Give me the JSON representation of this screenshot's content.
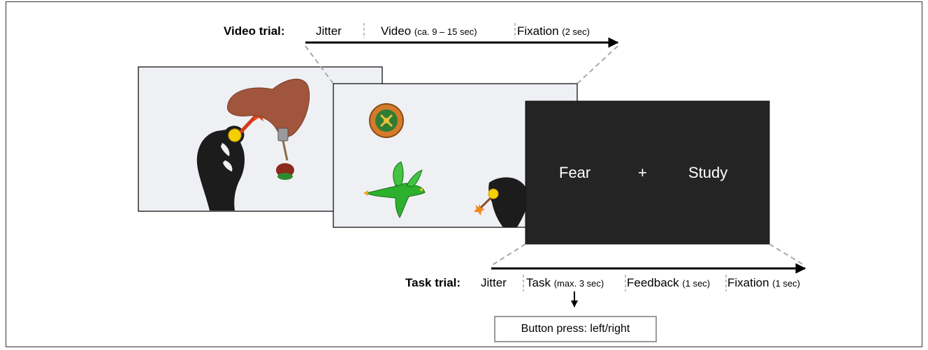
{
  "video_trial": {
    "title": "Video trial:",
    "segments": [
      {
        "label": "Jitter",
        "detail": ""
      },
      {
        "label": "Video",
        "detail": "(ca. 9 – 15 sec)"
      },
      {
        "label": "Fixation",
        "detail": "(2 sec)"
      }
    ]
  },
  "task_screen": {
    "left_word": "Fear",
    "center_symbol": "+",
    "right_word": "Study"
  },
  "task_trial": {
    "title": "Task trial:",
    "segments": [
      {
        "label": "Jitter",
        "detail": ""
      },
      {
        "label": "Task",
        "detail": "(max. 3 sec)"
      },
      {
        "label": "Feedback",
        "detail": "(1 sec)"
      },
      {
        "label": "Fixation",
        "detail": "(1 sec)"
      }
    ]
  },
  "response": {
    "label": "Button press: left/right"
  },
  "colors": {
    "screen_bg": "#eef0f4",
    "task_screen_bg": "#242424",
    "dashed_line": "#a8a8a8"
  },
  "icons": [
    "hand-silhouette",
    "magic-wand",
    "shovel",
    "lettuce-ball",
    "dragon",
    "pumpkin-shield"
  ]
}
